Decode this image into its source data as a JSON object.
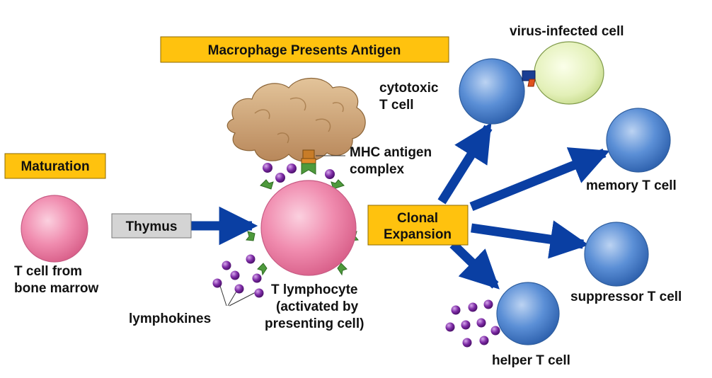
{
  "labels": {
    "macrophage_box": "Macrophage Presents Antigen",
    "maturation_box": "Maturation",
    "thymus_box": "Thymus",
    "clonal_line1": "Clonal",
    "clonal_line2": "Expansion",
    "tcell_bone_line1": "T cell from",
    "tcell_bone_line2": "bone marrow",
    "mhc_line1": "MHC antigen",
    "mhc_line2": "complex",
    "lymphokines": "lymphokines",
    "tlymph_line1": "T lymphocyte",
    "tlymph_line2": "(activated by",
    "tlymph_line3": "presenting cell)",
    "cytotoxic_line1": "cytotoxic",
    "cytotoxic_line2": "T cell",
    "virus_infected": "virus-infected cell",
    "memory": "memory T cell",
    "suppressor": "suppressor T cell",
    "helper": "helper T cell"
  },
  "colors": {
    "orange_box": "#FFC20E",
    "arrow_blue": "#0A3FA3",
    "pink_cell": "#F08CAF",
    "blue_cell": "#5B8FD6",
    "virus_cell": "#E3F0B8",
    "macrophage": "#C9A070",
    "receptor_green": "#4E9A3C",
    "lymphokine_purple": "#6B1F8F"
  },
  "icons": {
    "macrophage": "macrophage-blob-icon",
    "lymphokine": "lymphokine-dot-icon"
  }
}
